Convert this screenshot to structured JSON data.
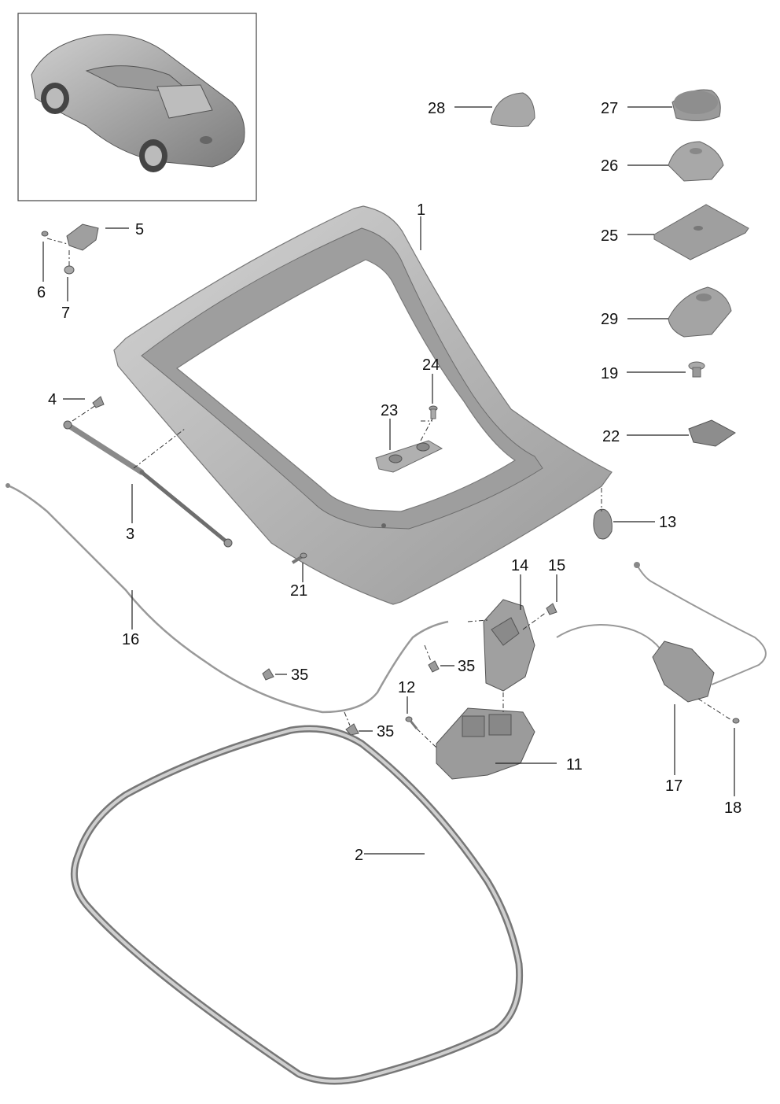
{
  "labels": {
    "p1": "1",
    "p2": "2",
    "p3": "3",
    "p4": "4",
    "p5": "5",
    "p6": "6",
    "p7": "7",
    "p11": "11",
    "p12": "12",
    "p13": "13",
    "p14": "14",
    "p15": "15",
    "p16": "16",
    "p17": "17",
    "p18": "18",
    "p19": "19",
    "p21": "21",
    "p22": "22",
    "p23": "23",
    "p24": "24",
    "p25": "25",
    "p26": "26",
    "p27": "27",
    "p28": "28",
    "p29": "29",
    "p35a": "35",
    "p35b": "35",
    "p35c": "35"
  },
  "colors": {
    "part": "#a3a3a3",
    "part_dark": "#8b8b8b",
    "line": "#222222"
  }
}
